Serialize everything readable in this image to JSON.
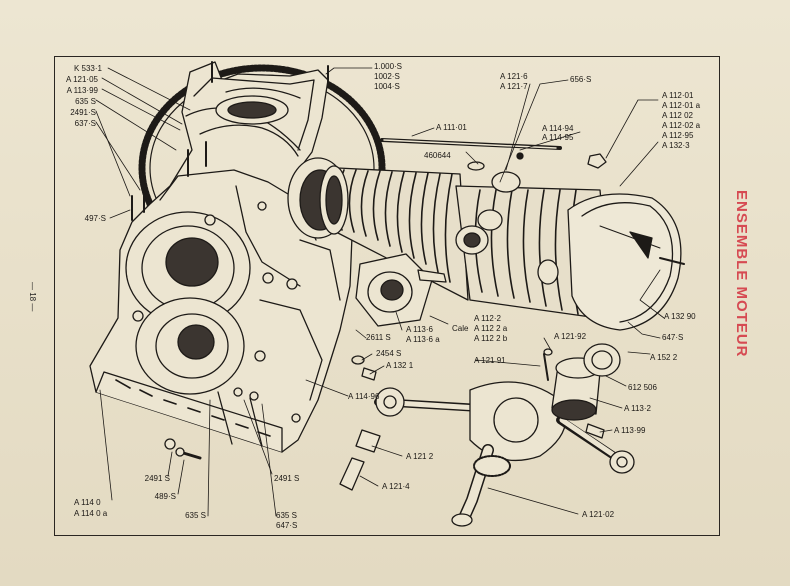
{
  "page": {
    "number": "— 18 —",
    "section_title": "ENSEMBLE MOTEUR"
  },
  "labels": {
    "k5331": "K 533·1",
    "a12105": "A 121·05",
    "a11399": "A 113·99",
    "p635s": "635 S",
    "p2491s_top": "2491·S",
    "p637s": "637·S",
    "p497s": "497·S",
    "p1000s": "1.000·S",
    "p1002s": "1002·S",
    "p1004s": "1004·S",
    "a11101": "A 111·01",
    "p460644": "460644",
    "a1216": "A 121·6",
    "a1217": "A 121·7",
    "p656s": "656·S",
    "a11494": "A 114·94",
    "a11495": "A 114·95",
    "a11201": "A 112·01",
    "a11201a": "A 112·01 a",
    "a11202": "A 112 02",
    "a11202a": "A 112·02 a",
    "a11295": "A 112·95",
    "a1323": "A 132·3",
    "a13290": "A 132 90",
    "p647s_right": "647·S",
    "a1522": "A 152 2",
    "p612506": "612 506",
    "a1132": "A 113·2",
    "a11399_low": "A 113·99",
    "a12192": "A 121·92",
    "a12191": "A 121 91",
    "a1122": "A 112·2",
    "a1122a": "A 112 2 a",
    "a1122b": "A 112 2 b",
    "cale": "Cale",
    "a1136": "A 113·6",
    "a1136a": "A 113·6 a",
    "p2611s": "2611 S",
    "p2454s": "2454 S",
    "a1321": "A 132 1",
    "a11496": "A 114·96",
    "a1212": "A 121 2",
    "a1214": "A 121·4",
    "a12102": "A 121·02",
    "p2491s_mid": "2491 S",
    "p489s": "489·S",
    "a1140": "A 114 0",
    "a1140a": "A 114 0 a",
    "p635s_low": "635 S",
    "p2491s_low": "2491 S",
    "p635s_b": "635 S",
    "p647s_b": "647·S"
  }
}
